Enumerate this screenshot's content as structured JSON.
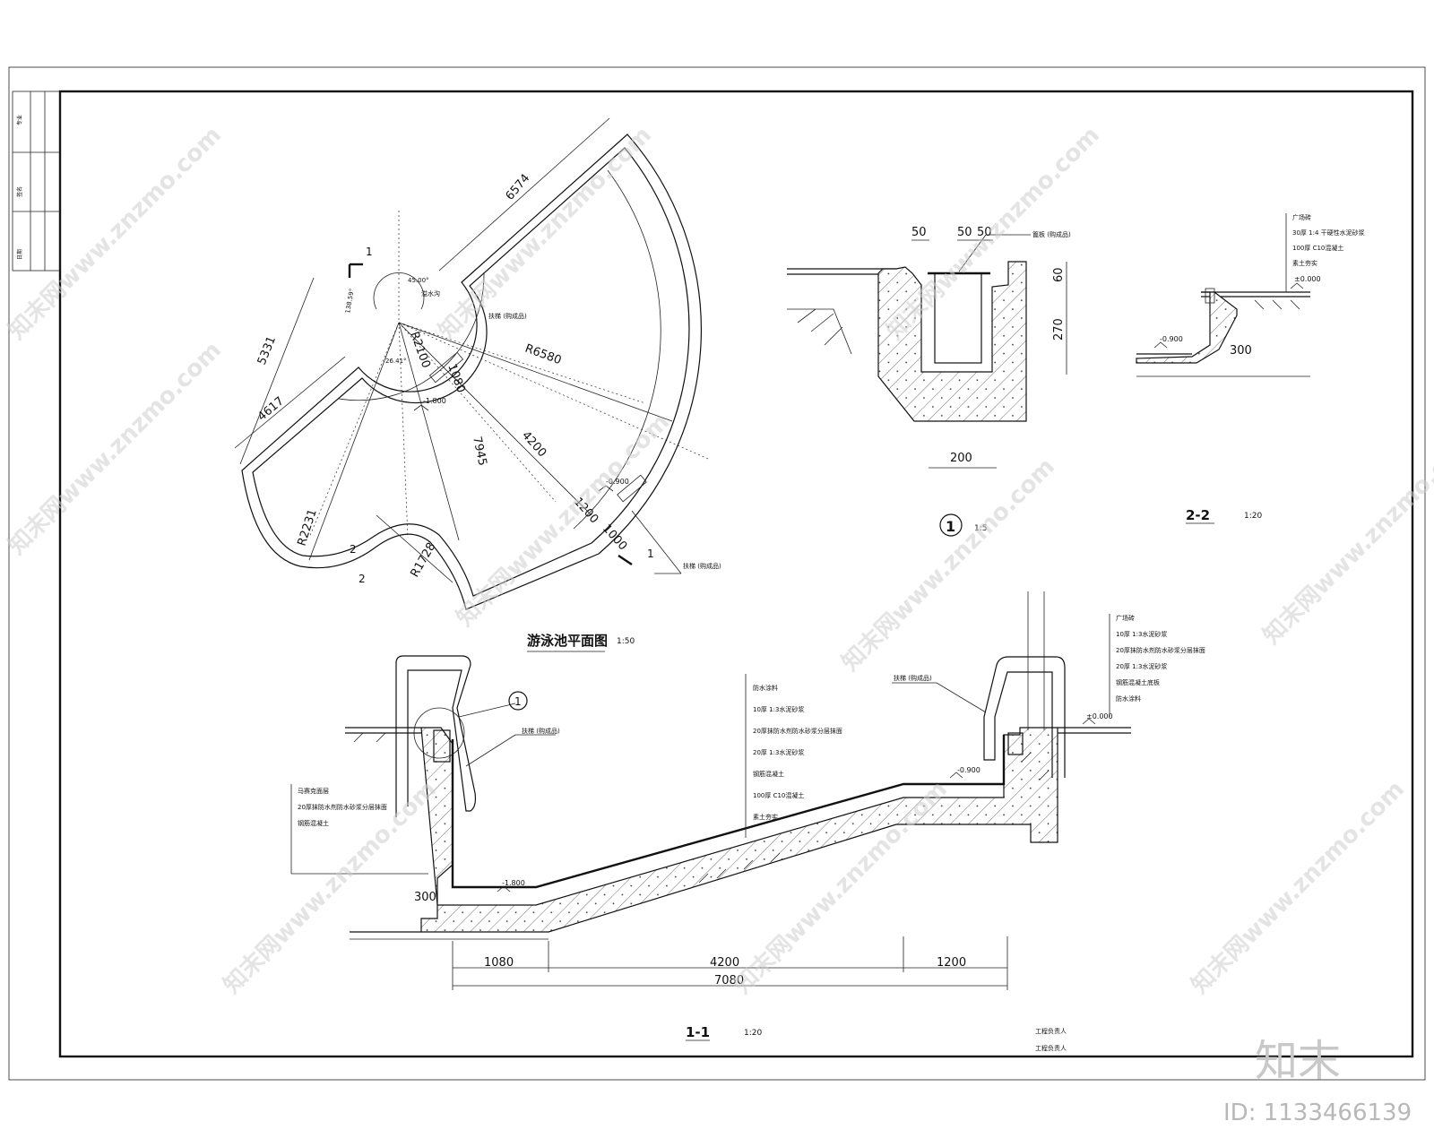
{
  "plan": {
    "title": "游泳池平面图",
    "scale": "1:50",
    "dims": {
      "d6574": "6574",
      "d5331": "5331",
      "d4617": "4617",
      "r6580": "R6580",
      "r2100": "R2100",
      "d1080": "1080",
      "d7945": "7945",
      "d4200": "4200",
      "d1200": "1200",
      "d1000": "1000",
      "r2231": "R2231",
      "r1728": "R1728",
      "angle1": "45.00°",
      "angle2": "26.41°",
      "angle3": "138.59°"
    },
    "labels": {
      "section1": "1",
      "section2a": "2",
      "section2b": "2",
      "level_low": "-1.800",
      "level_mid": "-0.900",
      "note_a": "溢水沟",
      "note_b": "扶梯 (购成品)",
      "note_c": "扶梯 (购成品)"
    }
  },
  "detail1": {
    "callout": "1",
    "scale": "1:5",
    "label_grate": "篦板 (购成品)",
    "dims": {
      "d50a": "50",
      "d50b": "50",
      "d50c": "50",
      "d60": "60",
      "d270": "270",
      "d200": "200"
    }
  },
  "section22": {
    "title": "2-2",
    "scale": "1:20",
    "notes": [
      "广场砖",
      "30厚 1:4 干硬性水泥砂浆",
      "100厚 C10混凝土",
      "素土夯实"
    ],
    "level_zero": "±0.000",
    "level_low": "-0.900",
    "dim": "300"
  },
  "section11": {
    "title": "1-1",
    "scale": "1:20",
    "callout": "1",
    "dims": {
      "d1080": "1080",
      "d4200": "4200",
      "d1200": "1200",
      "d7080": "7080",
      "d300": "300"
    },
    "levels": {
      "zero": "±0.000",
      "mid": "-0.900",
      "low": "-1.800"
    },
    "ladder_left": "扶梯 (购成品)",
    "ladder_right": "扶梯 (购成品)",
    "notes_center": [
      "防水涂料",
      "10厚 1:3水泥砂浆",
      "20厚抹防水剂防水砂浆分层抹面",
      "20厚 1:3水泥砂浆",
      "钢筋混凝土",
      "100厚 C10混凝土",
      "素土夯实"
    ],
    "notes_left": [
      "马赛克面层",
      "20厚抹防水剂防水砂浆分层抹面",
      "钢筋混凝土"
    ],
    "notes_right": [
      "广场砖",
      "10厚 1:3水泥砂浆",
      "20厚抹防水剂防水砂浆分层抹面",
      "20厚 1:3水泥砂浆",
      "钢筋混凝土底板",
      "防水涂料"
    ]
  },
  "signature": {
    "line1": "工程负责人",
    "line2": "工程负责人"
  },
  "title_block": {
    "c1": "专业",
    "c2": "签名",
    "c3": "日期"
  },
  "watermark": {
    "text": "知末网www.znzmo.com",
    "brand": "知末",
    "id": "ID: 1133466139"
  }
}
